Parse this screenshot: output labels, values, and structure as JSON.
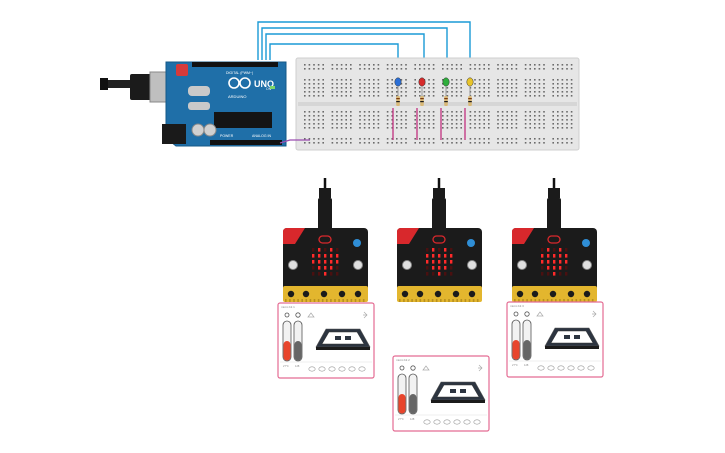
{
  "arduino": {
    "brand": "UNO",
    "maker": "ARDUINO",
    "digital_label": "DIGITAL (PWM~)",
    "analog_label": "ANALOG IN",
    "power_label": "POWER",
    "on_label": "ON"
  },
  "breadboard": {
    "leds": [
      {
        "color": "#2b6fd6"
      },
      {
        "color": "#d62b2b"
      },
      {
        "color": "#2fae3c"
      },
      {
        "color": "#e8c42a"
      }
    ]
  },
  "microbits": [
    {
      "name": "micro:bit 1"
    },
    {
      "name": "micro:bit 2"
    },
    {
      "name": "micro:bit 3"
    }
  ],
  "sensor_panels": [
    {
      "title": "micro:bit 1",
      "temp_label": "27°C",
      "light_label": "128"
    },
    {
      "title": "micro:bit 2",
      "temp_label": "27°C",
      "light_label": "128"
    },
    {
      "title": "micro:bit 3",
      "temp_label": "27°C",
      "light_label": "128"
    }
  ],
  "colors": {
    "arduino_blue": "#1f6fa8",
    "wire_blue": "#1a9ad6",
    "wire_magenta": "#c2307f",
    "microbit_red": "#d8282c",
    "microbit_black": "#1b1b1b",
    "pin_gold": "#e3b62e",
    "panel_border": "#e46c93",
    "slider_fill": "#e8452c"
  }
}
